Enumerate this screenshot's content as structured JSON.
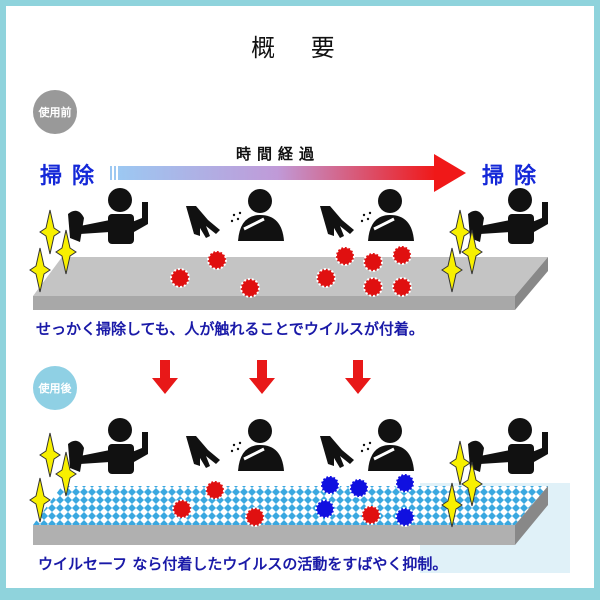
{
  "title": "概 要",
  "before": {
    "badge": "使用前",
    "left_label": "掃除",
    "right_label": "掃除",
    "arrow_label": "時間経過",
    "caption": "せっかく掃除しても、人が触れることでウイルスが付着。"
  },
  "after": {
    "badge": "使用後",
    "caption": "ウイルセーフ なら付着したウイルスの活動をすばやく抑制。"
  },
  "colors": {
    "frame": "#8fd3dc",
    "badge_before": "#999999",
    "badge_after": "#8fd0e4",
    "text_blue": "#1428d8",
    "virus_red": "#e01010",
    "virus_blue": "#1010e0"
  }
}
